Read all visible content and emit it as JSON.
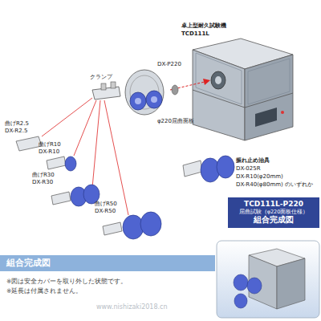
{
  "diagram": {
    "nodes": [
      {
        "text": [
          "TCD111L-P220",
          "屈曲試験（φ220面板仕様）",
          "組合完成図"
        ]
      },
      {
        "text": [
          "組合完成図"
        ]
      }
    ],
    "labels": [
      "卓上型耐久試験機",
      "TCD111L",
      "DX-P220",
      "クランプ",
      "φ220屈曲面板",
      "曲げR2.5",
      "DX-R2.5",
      "曲げR10",
      "DX-R10",
      "曲げR30",
      "DX-R30",
      "曲げR50",
      "DX-R50",
      "振れ止め治具",
      "DX-025R",
      "DX-R10(φ20mm)",
      "DX-R40(φ80mm) のいずれか",
      "※図は安全カバーを取り外した状態です。",
      "※延長は付属されません。",
      "www.nishizaki2018.cn"
    ]
  }
}
